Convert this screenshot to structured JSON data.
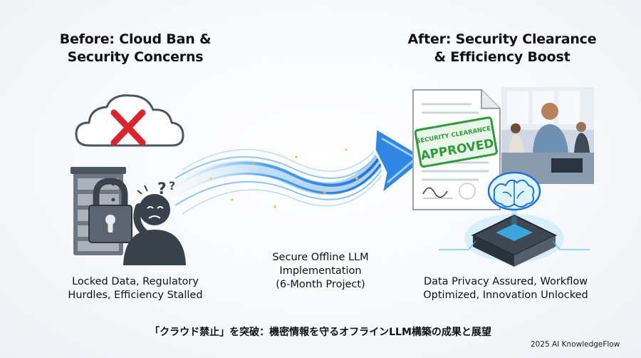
{
  "before": {
    "heading_line1": "Before: Cloud Ban &",
    "heading_line2": "Security Concerns",
    "caption_line1": "Locked Data, Regulatory",
    "caption_line2": "Hurdles, Efficiency Stalled"
  },
  "transition": {
    "caption_line1": "Secure Offline LLM",
    "caption_line2": "Implementation",
    "caption_line3": "(6-Month Project)"
  },
  "after": {
    "heading_line1": "After: Security Clearance",
    "heading_line2": "& Efficiency Boost",
    "caption_line1": "Data Privacy Assured, Workflow",
    "caption_line2": "Optimized, Innovation Unlocked",
    "stamp_line1": "SECURITY CLEARANCE:",
    "stamp_line2": "APPROVED"
  },
  "footer": {
    "title": "「クラウド禁止」を突破：機密情報を守るオフラインLLM構築の成果と展望",
    "credit": "2025 AI KnowledgeFlow"
  },
  "colors": {
    "cloud_x": "#d8262c",
    "lock_body": "#5b6470",
    "stamp_green": "#2f9a3a",
    "arrow_blue": "#1e73d8",
    "chip_glow": "#39b9f5"
  }
}
